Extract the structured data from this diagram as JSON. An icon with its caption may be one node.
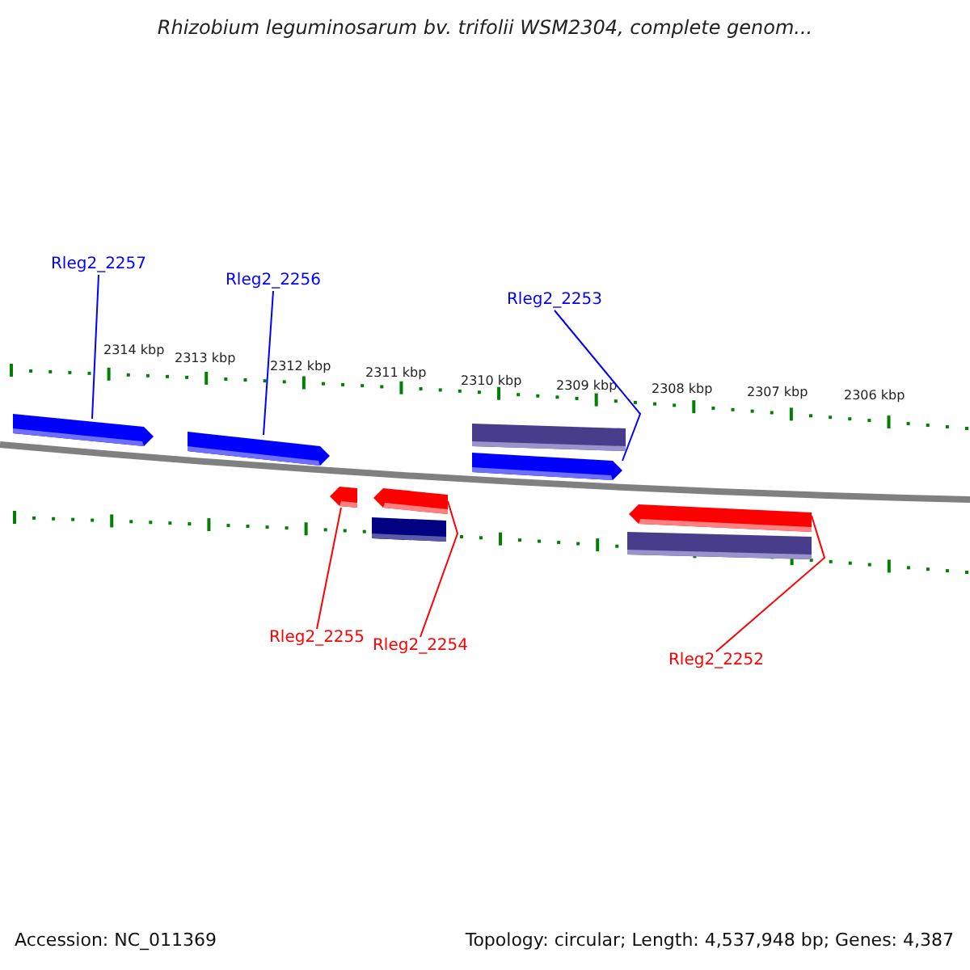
{
  "diagram": {
    "title": "Rhizobium leguminosarum bv. trifolii WSM2304, complete genom...",
    "nodes": [
      {
        "text": [
          "Rleg2_2257"
        ]
      },
      {
        "text": [
          "Rleg2_2256"
        ]
      },
      {
        "text": [
          "Rleg2_2253"
        ]
      },
      {
        "text": [],
        "shape": "arrow"
      },
      {
        "text": [],
        "shape": "arrow"
      },
      {
        "text": [],
        "shape": "bar"
      },
      {
        "text": [],
        "shape": "arrow"
      },
      {
        "text": [],
        "shape": "arrow"
      },
      {
        "text": [],
        "shape": "arrow"
      },
      {
        "text": [],
        "shape": "bar"
      },
      {
        "text": [],
        "shape": "arrow"
      },
      {
        "text": [],
        "shape": "bar"
      },
      {
        "text": [
          "Rleg2_2255"
        ]
      },
      {
        "text": [
          "Rleg2_2254"
        ]
      },
      {
        "text": [
          "Rleg2_2252"
        ]
      }
    ],
    "edges": [
      {
        "from": 0,
        "to": 3,
        "arrow": "none",
        "color": "#0000ff"
      },
      {
        "from": 1,
        "to": 4,
        "arrow": "none",
        "color": "#0000ff"
      },
      {
        "from": 2,
        "to": 6,
        "arrow": "none",
        "color": "#0000ff"
      },
      {
        "from": 12,
        "to": 7,
        "arrow": "none",
        "color": "#ff0000"
      },
      {
        "from": 13,
        "to": 8,
        "arrow": "none",
        "color": "#ff0000"
      },
      {
        "from": 14,
        "to": 10,
        "arrow": "none",
        "color": "#ff0000"
      }
    ],
    "labels": [
      "2314 kbp",
      "2313 kbp",
      "2312 kbp",
      "2311 kbp",
      "2310 kbp",
      "2309 kbp",
      "2308 kbp",
      "2307 kbp",
      "2306 kbp",
      "Accession: NC_011369",
      "Topology: circular; Length: 4,537,948 bp; Genes: 4,387"
    ]
  }
}
